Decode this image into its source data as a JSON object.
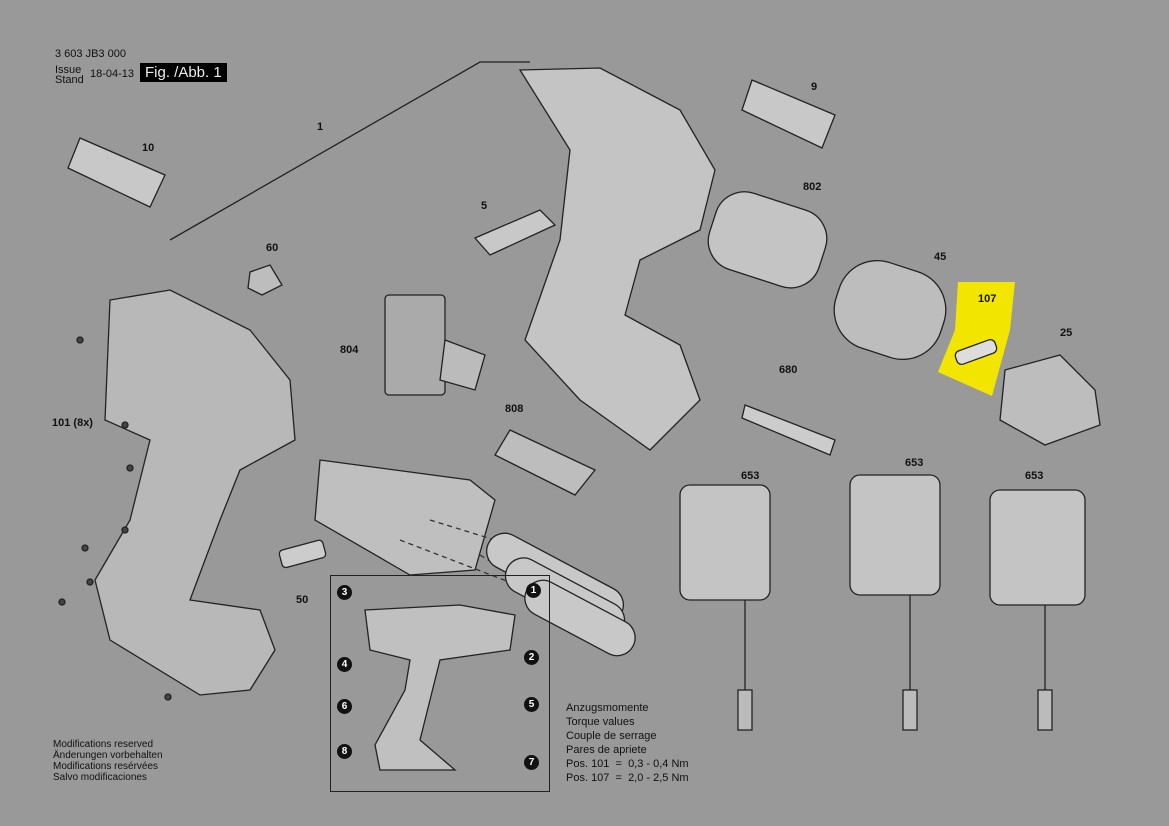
{
  "header": {
    "doc_number": "3 603 JB3 000",
    "issue_label": "Issue",
    "stand_label": "Stand",
    "date": "18-04-13",
    "figure_label": "Fig. /Abb. 1"
  },
  "part_labels": {
    "p1": "1",
    "p10": "10",
    "p9": "9",
    "p802": "802",
    "p5": "5",
    "p60": "60",
    "p45": "45",
    "p107": "107",
    "p25": "25",
    "p804": "804",
    "p680": "680",
    "p101": "101 (8x)",
    "p808": "808",
    "p653a": "653",
    "p653b": "653",
    "p653c": "653",
    "p50": "50"
  },
  "highlight": {
    "part": "107",
    "color": "#f2e600"
  },
  "inset_callouts": [
    "1",
    "2",
    "3",
    "4",
    "5",
    "6",
    "7",
    "8"
  ],
  "torque": {
    "lines": [
      "Anzugsmomente",
      "Torque values",
      "Couple de serrage",
      "Pares de apriete"
    ],
    "pos101": "Pos. 101  =  0,3 - 0,4 Nm",
    "pos107": "Pos. 107  =  2,0 - 2,5 Nm"
  },
  "footer": {
    "lines": [
      "Modifications reserved",
      "Änderungen vorbehalten",
      "Modifications resérvées",
      "Salvo modificaciones"
    ]
  }
}
